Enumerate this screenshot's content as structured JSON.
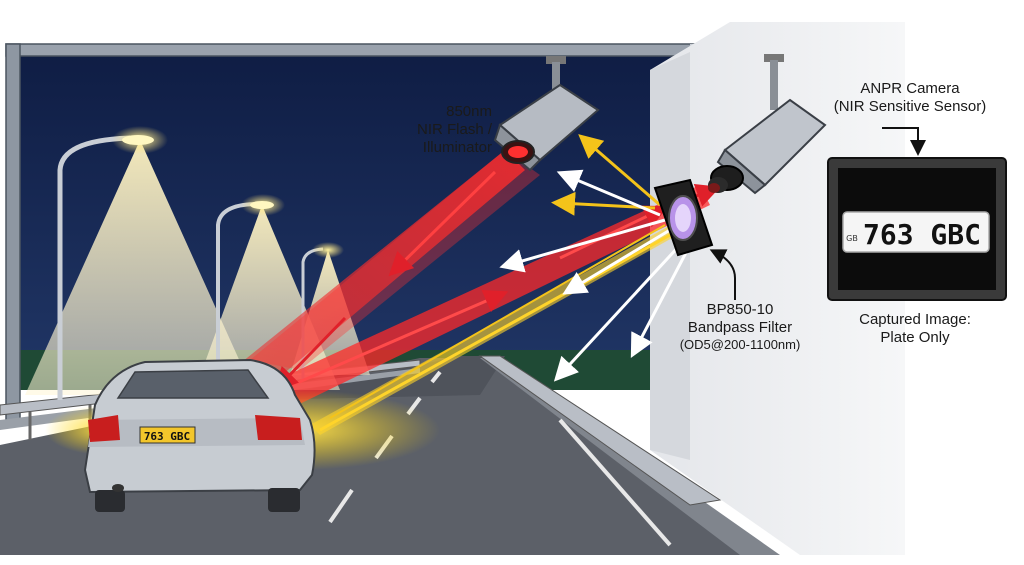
{
  "labels": {
    "flash": [
      "850nm",
      "NIR Flash /",
      "Illuminator"
    ],
    "anpr": [
      "ANPR Camera",
      "(NIR Sensitive Sensor)"
    ],
    "filter": [
      "BP850-10",
      "Bandpass Filter",
      "(OD5@200-1100nm)"
    ],
    "captured": [
      "Captured Image:",
      "Plate Only"
    ]
  },
  "plates": {
    "car": "763 GBC",
    "captured": "763 GBC",
    "captured_side": "GB"
  },
  "colors": {
    "sky": "#13224a",
    "nir_beam": "#e0202a",
    "visible_light": "#f4c31a",
    "rejected_light": "#ffffff",
    "wall": "#e9ebee",
    "monitor": "#222222"
  }
}
